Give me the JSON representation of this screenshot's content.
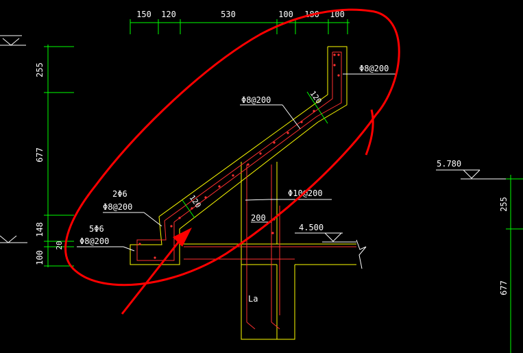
{
  "dimensions": {
    "top": [
      "150",
      "120",
      "530",
      "100",
      "180",
      "100"
    ],
    "left_vertical": [
      "255",
      "677",
      "148",
      "20",
      "100"
    ],
    "right_vertical": [
      "255",
      "677"
    ],
    "thickness_top": "120",
    "thickness_mid": "120",
    "beam_width": "200"
  },
  "rebar_labels": {
    "top_end": "Φ8@200",
    "slab_top": "Φ8@200",
    "lower_step_a": "2Φ6",
    "lower_step_b": "Φ8@200",
    "bottom_step_a": "5Φ6",
    "bottom_step_b": "Φ8@200",
    "beam": "Φ10@200",
    "anchor": "La"
  },
  "elevations": {
    "landing": "4.500",
    "right": "5.780"
  },
  "colors": {
    "background": "#000000",
    "dimension": "#00ff00",
    "concrete": "#ffff00",
    "rebar": "#ff3030",
    "annotation": "#ff0000",
    "text": "#ffffff"
  }
}
